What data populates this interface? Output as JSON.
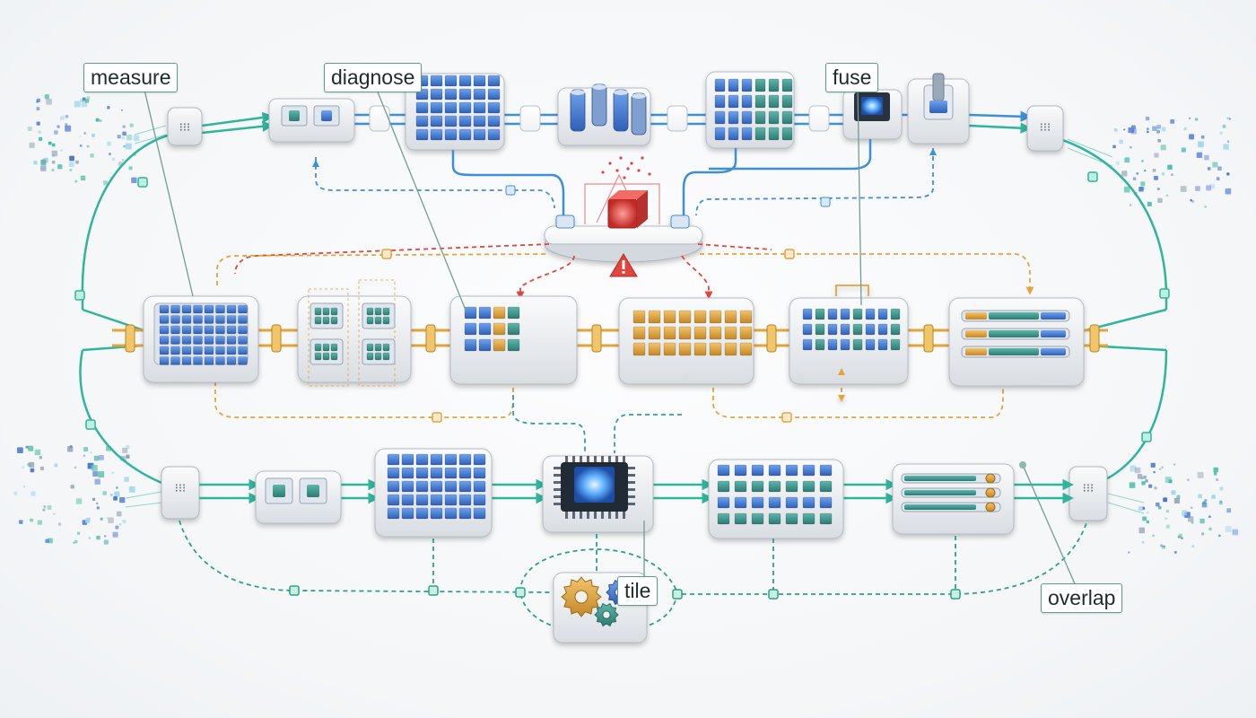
{
  "labels": {
    "measure": "measure",
    "diagnose": "diagnose",
    "fuse": "fuse",
    "tile": "tile",
    "overlap": "overlap"
  },
  "colors": {
    "teal": "#2fb59a",
    "blue": "#3f8fd8",
    "orange": "#e3a43a",
    "red": "#e0453f",
    "chip_blue": "#3f6fc8",
    "chip_teal": "#3e8f86",
    "chip_gold": "#d19a3a",
    "panel": "#eceff2",
    "callout_border": "#5f9c8c"
  },
  "icons": {
    "warning": "warning-icon",
    "gears": "gear-icon",
    "processor": "processor-chip-icon",
    "alarm_cube": "alarm-cube-icon"
  }
}
